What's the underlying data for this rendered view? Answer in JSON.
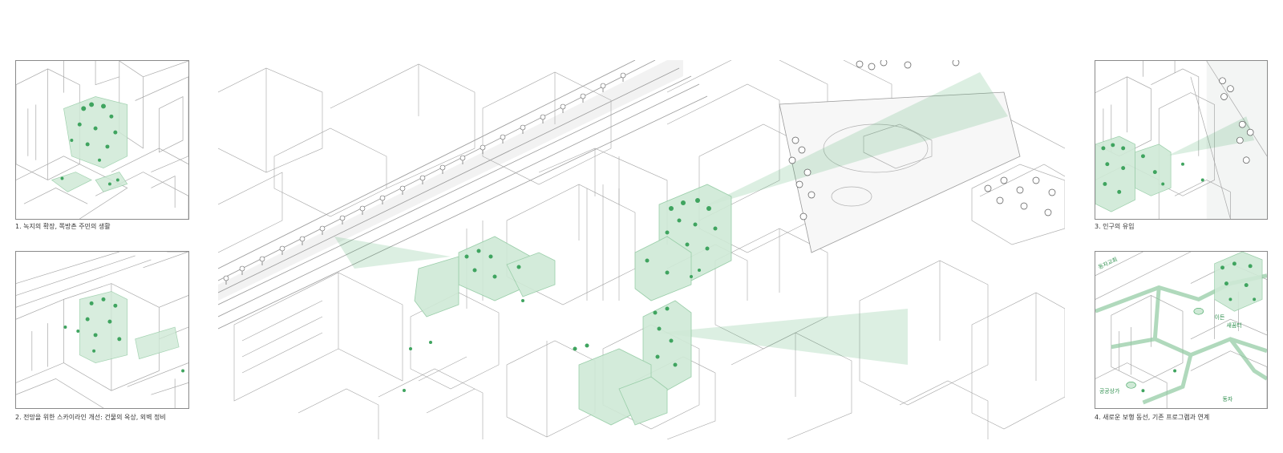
{
  "panels": [
    {
      "caption": "1. 녹지의 확장, 쪽방촌 주민의 생활"
    },
    {
      "caption": "2. 전망을 위한 스카이라인 개선: 건물의 옥상, 외벽 정비"
    },
    {
      "caption": "3. 인구의 유입"
    },
    {
      "caption": "4. 새로운 보행 동선, 기존 프로그램과 연계"
    }
  ],
  "map_labels": [
    "동자교회",
    "이든",
    "새꿈터",
    "공공상가",
    "동자"
  ],
  "colors": {
    "accent_green": "#3fa45f",
    "green_fill": "#cfe9d6",
    "line": "#9a9a9a"
  }
}
